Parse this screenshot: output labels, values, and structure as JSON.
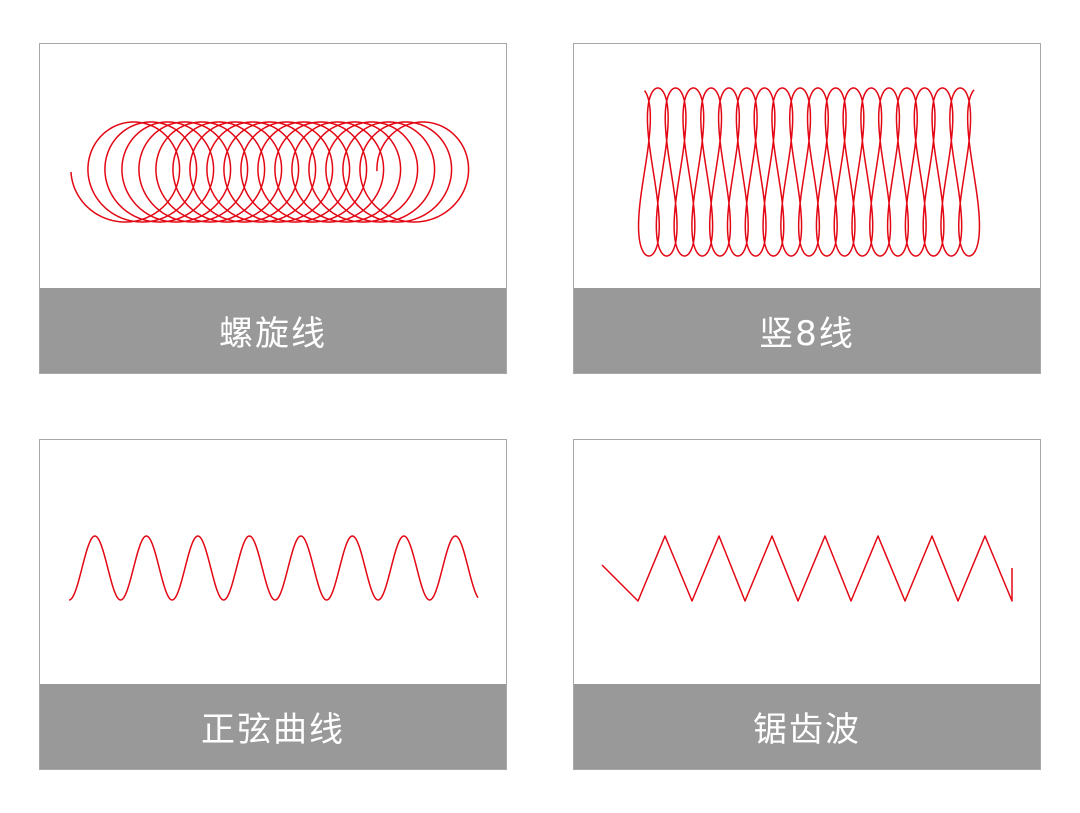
{
  "stroke_color": "#e30613",
  "caption_bg": "#999999",
  "cards": [
    {
      "label": "螺旋线",
      "pattern": "spiral"
    },
    {
      "label": "竖8线",
      "pattern": "vertical-figure-eight"
    },
    {
      "label": "正弦曲线",
      "pattern": "sine"
    },
    {
      "label": "锯齿波",
      "pattern": "sawtooth"
    }
  ]
}
